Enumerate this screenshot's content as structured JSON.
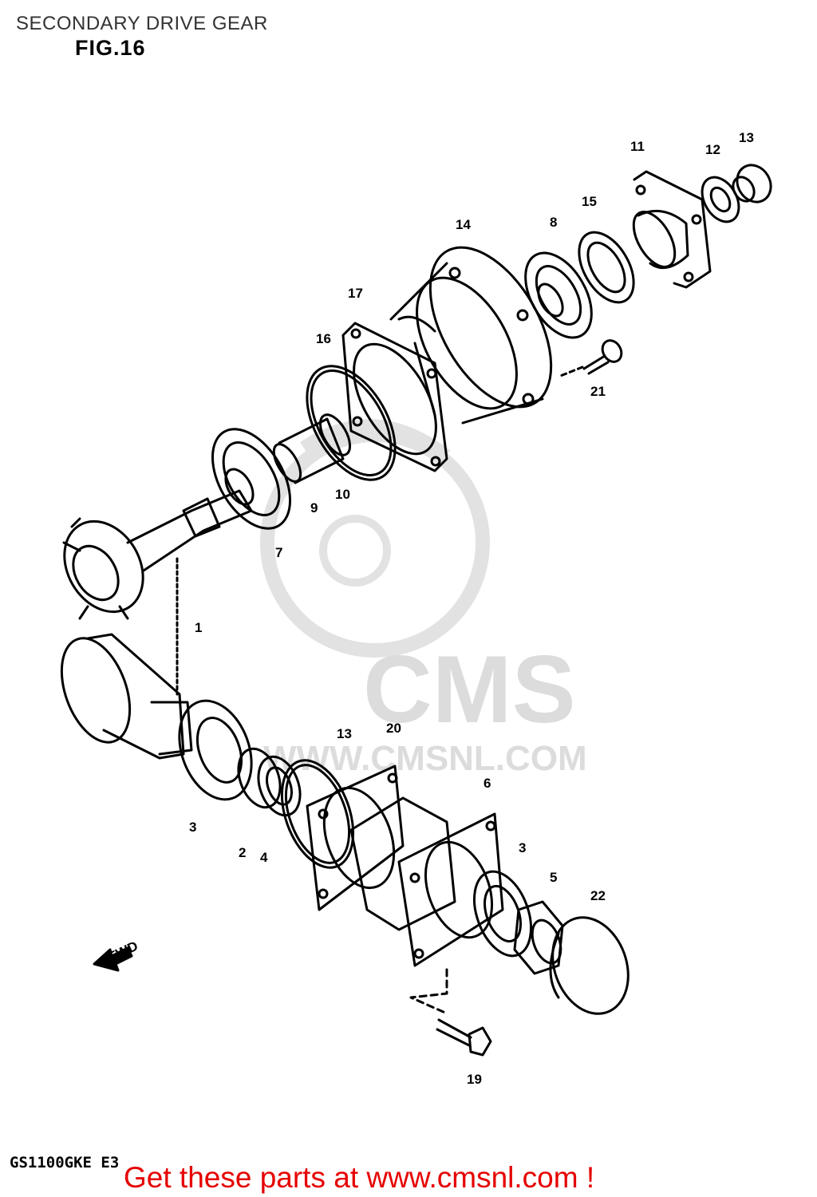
{
  "page": {
    "title": "SECONDARY DRIVE GEAR",
    "figure": "FIG.16",
    "model_code": "GS1100GKE E3",
    "cta": "Get these parts at www.cmsnl.com !"
  },
  "watermark": {
    "brand": "CMS",
    "url": "WWW.CMSNL.COM"
  },
  "fwd_label": "FWD",
  "part_labels": [
    "1",
    "2",
    "3",
    "3",
    "4",
    "5",
    "6",
    "7",
    "8",
    "9",
    "10",
    "11",
    "12",
    "13",
    "13",
    "14",
    "15",
    "16",
    "17",
    "19",
    "20",
    "21",
    "22"
  ]
}
